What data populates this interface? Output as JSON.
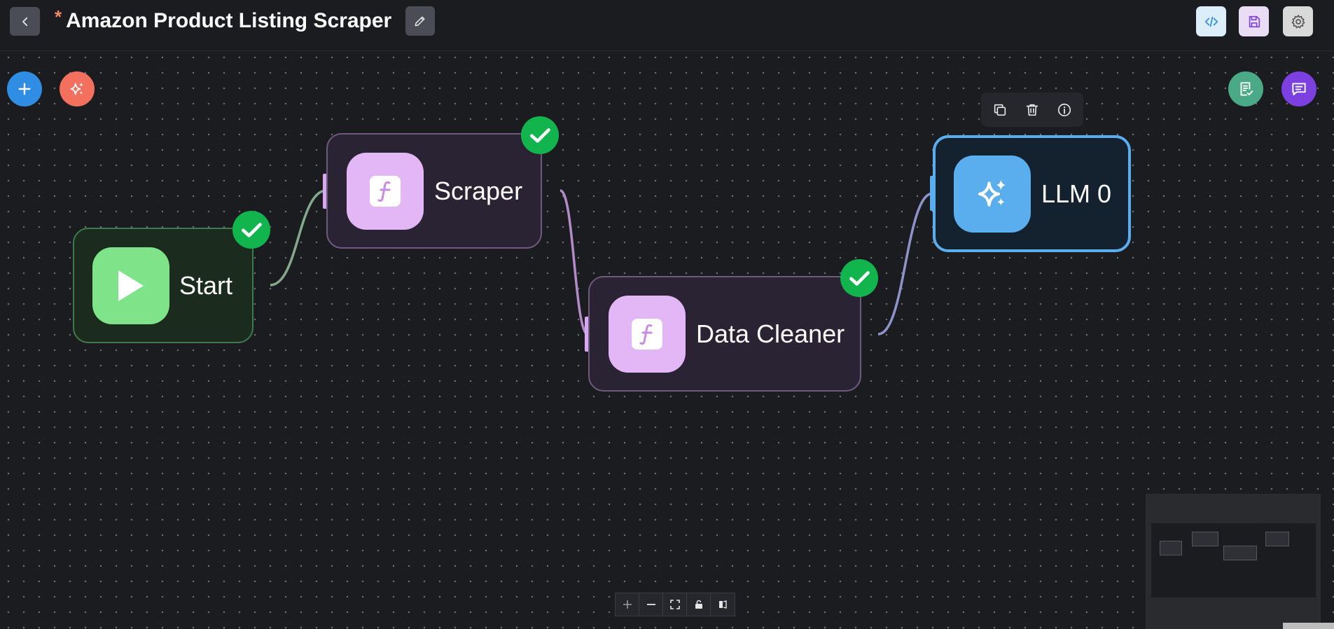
{
  "header": {
    "unsaved_marker": "*",
    "title": "Amazon Product Listing Scraper"
  },
  "icons": {
    "back": "chevron-left-icon",
    "edit": "pencil-icon",
    "code": "code-icon",
    "save": "save-icon",
    "settings": "gear-icon",
    "add": "plus-icon",
    "magic": "sparkles-icon",
    "checklist": "clipboard-check-icon",
    "chat": "chat-icon"
  },
  "nodes": {
    "start": {
      "label": "Start",
      "icon": "play-icon",
      "status": "success"
    },
    "scraper": {
      "label": "Scraper",
      "icon": "function-icon",
      "status": "success"
    },
    "cleaner": {
      "label": "Data Cleaner",
      "icon": "function-icon",
      "status": "success"
    },
    "llm": {
      "label": "LLM 0",
      "icon": "sparkles-icon",
      "selected": true
    }
  },
  "node_toolbar": {
    "actions": [
      "copy-icon",
      "trash-icon",
      "info-icon"
    ]
  },
  "zoom_controls": [
    "zoom-in-icon",
    "zoom-out-icon",
    "fit-view-icon",
    "lock-icon",
    "toggle-icon"
  ],
  "colors": {
    "canvas": "#1b1c20",
    "start_accent": "#7fe38a",
    "function_accent": "#e3b7f5",
    "llm_accent": "#5aaeee",
    "success": "#12b44e",
    "add_button": "#2f8de4",
    "magic_button": "#f2705d",
    "checklist_button": "#4aa987",
    "chat_button": "#7c3fe0"
  }
}
